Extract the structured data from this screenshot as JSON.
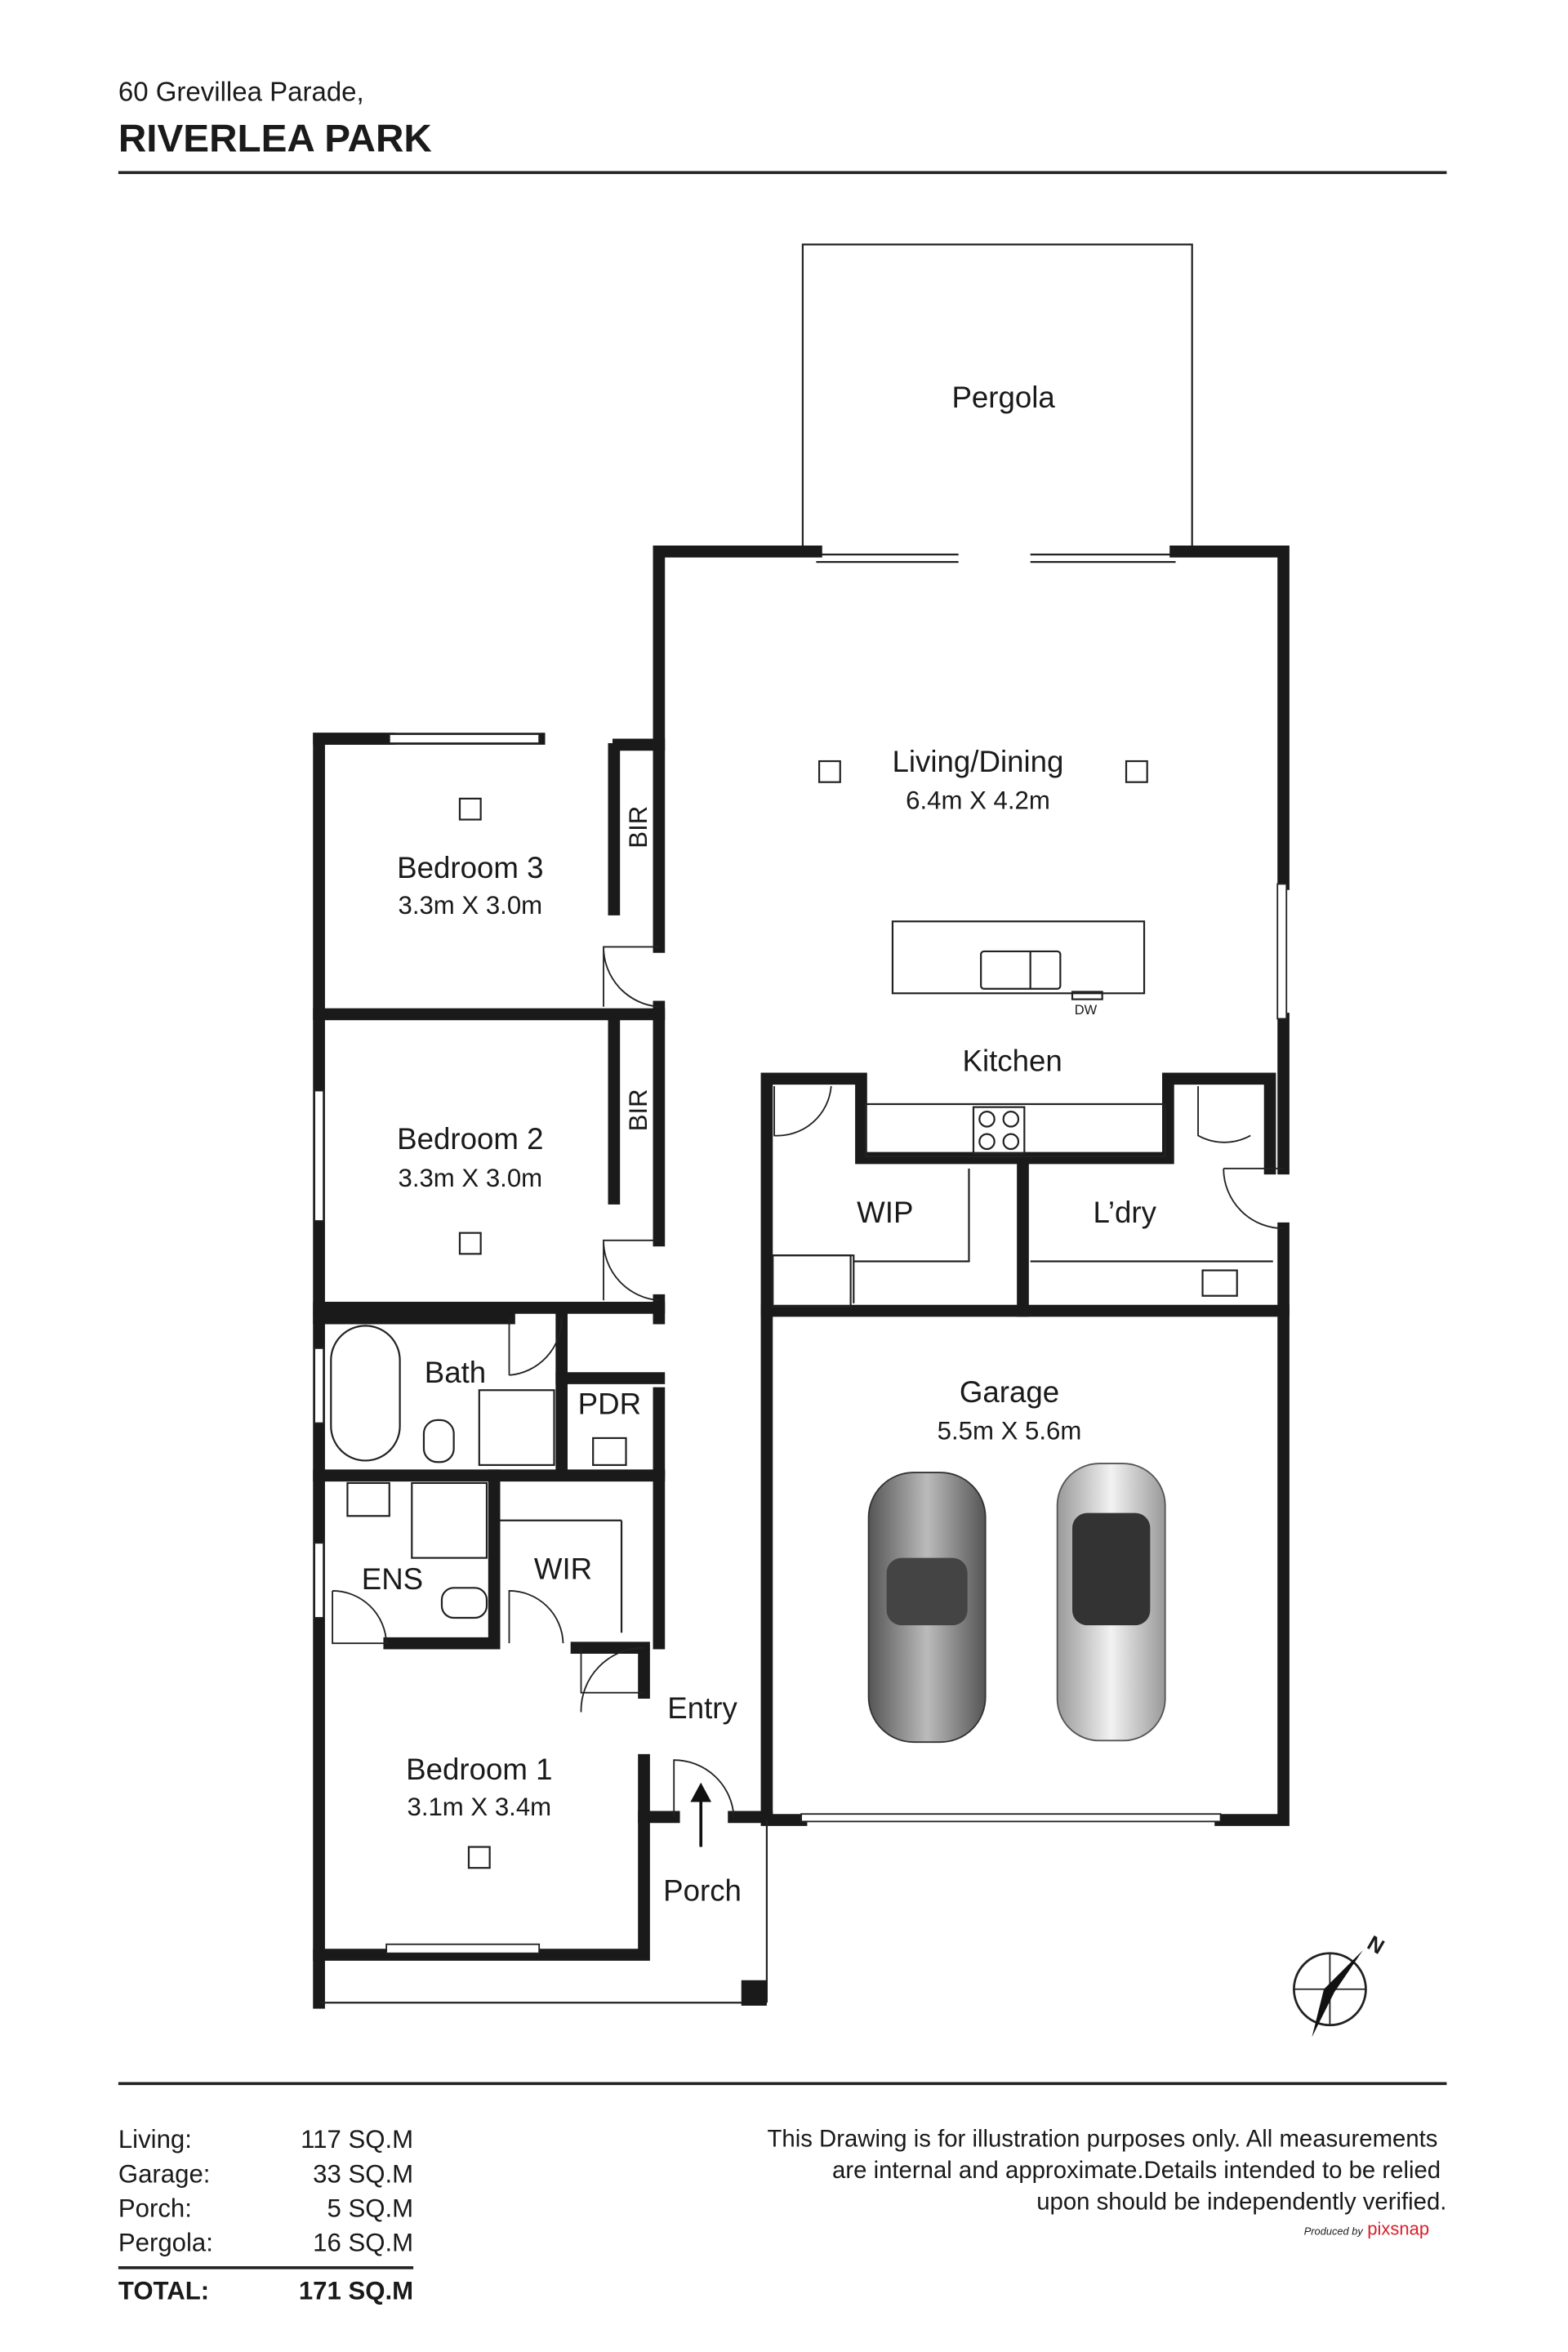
{
  "header": {
    "address": "60 Grevillea Parade,",
    "suburb": "RIVERLEA PARK"
  },
  "rooms": {
    "pergola": {
      "name": "Pergola"
    },
    "living": {
      "name": "Living/Dining",
      "size": "6.4m X 4.2m"
    },
    "kitchen": {
      "name": "Kitchen",
      "dw": "DW"
    },
    "bedroom3": {
      "name": "Bedroom 3",
      "size": "3.3m X 3.0m",
      "bir": "BIR"
    },
    "bedroom2": {
      "name": "Bedroom 2",
      "size": "3.3m X 3.0m",
      "bir": "BIR"
    },
    "wip": {
      "name": "WIP"
    },
    "laundry": {
      "name": "L’dry"
    },
    "bath": {
      "name": "Bath"
    },
    "pdr": {
      "name": "PDR"
    },
    "garage": {
      "name": "Garage",
      "size": "5.5m X 5.6m"
    },
    "ens": {
      "name": "ENS"
    },
    "wir": {
      "name": "WIR"
    },
    "entry": {
      "name": "Entry"
    },
    "bedroom1": {
      "name": "Bedroom 1",
      "size": "3.1m X 3.4m"
    },
    "porch": {
      "name": "Porch"
    }
  },
  "compass": {
    "label": "N"
  },
  "areas": [
    {
      "label": "Living:",
      "value": "117 SQ.M"
    },
    {
      "label": "Garage:",
      "value": "33 SQ.M"
    },
    {
      "label": "Porch:",
      "value": "5 SQ.M"
    },
    {
      "label": "Pergola:",
      "value": "16 SQ.M"
    }
  ],
  "total": {
    "label": "TOTAL:",
    "value": "171 SQ.M"
  },
  "disclaimer": [
    "This Drawing is for illustration purposes only. All measurements",
    "are internal and approximate.Details intended to be relied",
    "upon should be independently verified."
  ],
  "credit": {
    "produced_by": "Produced by",
    "brand": "pixsnap"
  },
  "colors": {
    "brand": "#d6202a",
    "ink": "#1a1a1a"
  }
}
